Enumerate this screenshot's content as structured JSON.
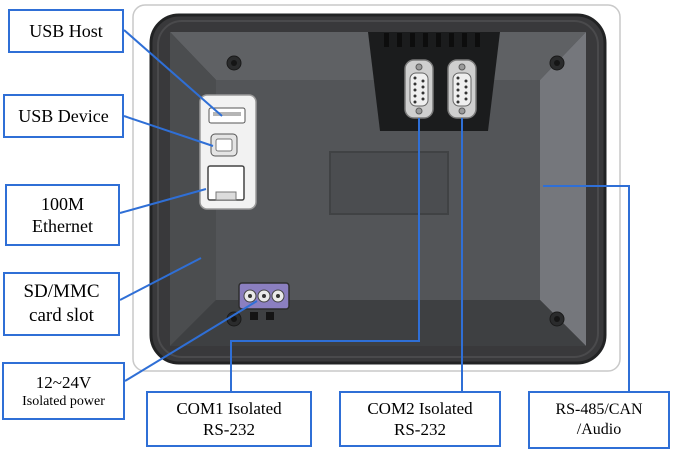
{
  "callouts": {
    "usb_host": {
      "lines": [
        "USB Host"
      ]
    },
    "usb_device": {
      "lines": [
        "USB Device"
      ]
    },
    "ethernet": {
      "lines": [
        "100M",
        "Ethernet"
      ]
    },
    "sd_slot": {
      "lines": [
        "SD/MMC",
        "card slot"
      ]
    },
    "power": {
      "lines": [
        "12~24V",
        "Isolated power"
      ]
    },
    "com1": {
      "lines": [
        "COM1  Isolated",
        "RS-232"
      ]
    },
    "com2": {
      "lines": [
        "COM2  Isolated",
        "RS-232"
      ]
    },
    "rs485": {
      "lines": [
        "RS-485/CAN",
        "/Audio"
      ]
    }
  },
  "colors": {
    "callout_border": "#2f6fd6",
    "leader_line": "#2f6fd6",
    "device_body": "#39393b",
    "device_face": "#56585b",
    "right_bevel": "#75777c",
    "connector_recess": "#1b1c1d",
    "port_panel": "#f2f2f2"
  }
}
